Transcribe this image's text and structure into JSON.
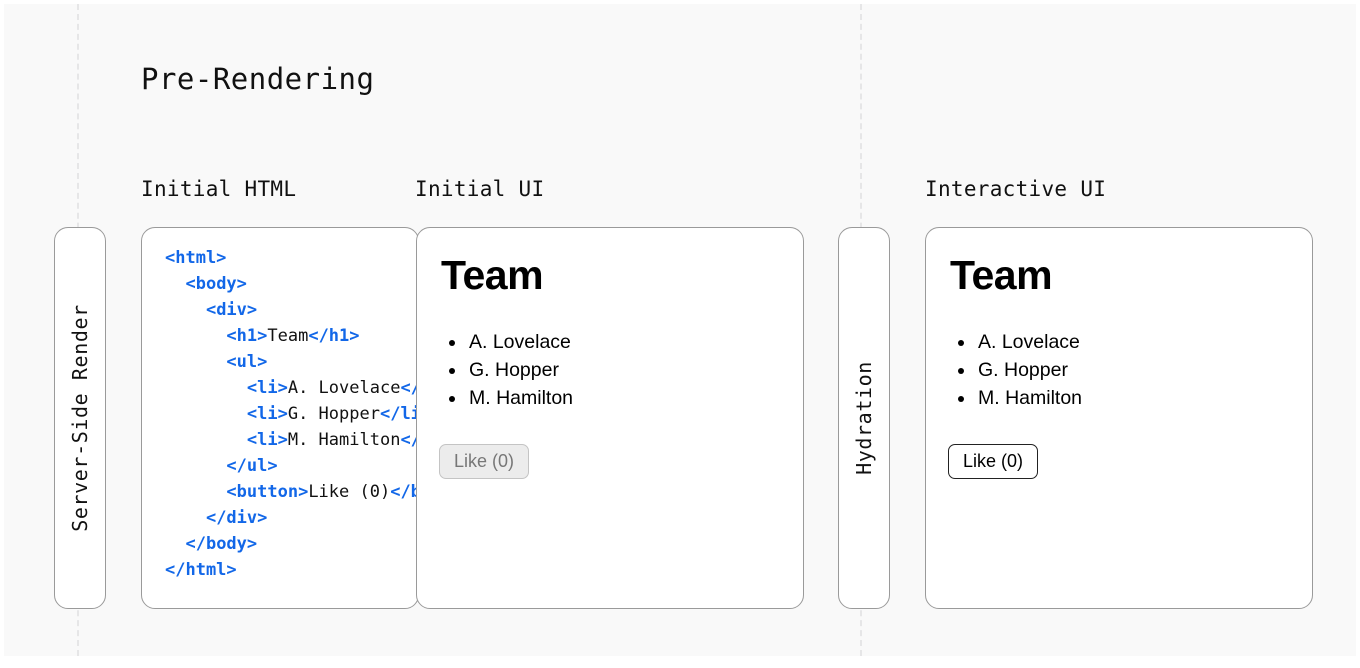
{
  "diagram": {
    "title": "Pre-Rendering",
    "column_labels": {
      "initial_html": "Initial HTML",
      "initial_ui": "Initial UI",
      "interactive_ui": "Interactive UI"
    },
    "stages": [
      {
        "name": "server-side-render",
        "label": "Server-Side Render"
      },
      {
        "name": "hydration",
        "label": "Hydration"
      }
    ],
    "code": {
      "language": "html",
      "lines": [
        [
          {
            "t": "tag",
            "s": "<html>"
          }
        ],
        [
          {
            "t": "txt",
            "s": "  "
          },
          {
            "t": "tag",
            "s": "<body>"
          }
        ],
        [
          {
            "t": "txt",
            "s": "    "
          },
          {
            "t": "tag",
            "s": "<div>"
          }
        ],
        [
          {
            "t": "txt",
            "s": "      "
          },
          {
            "t": "tag",
            "s": "<h1>"
          },
          {
            "t": "txt",
            "s": "Team"
          },
          {
            "t": "tag",
            "s": "</h1>"
          }
        ],
        [
          {
            "t": "txt",
            "s": "      "
          },
          {
            "t": "tag",
            "s": "<ul>"
          }
        ],
        [
          {
            "t": "txt",
            "s": "        "
          },
          {
            "t": "tag",
            "s": "<li>"
          },
          {
            "t": "txt",
            "s": "A. Lovelace"
          },
          {
            "t": "tag",
            "s": "</li>"
          }
        ],
        [
          {
            "t": "txt",
            "s": "        "
          },
          {
            "t": "tag",
            "s": "<li>"
          },
          {
            "t": "txt",
            "s": "G. Hopper"
          },
          {
            "t": "tag",
            "s": "</li>"
          }
        ],
        [
          {
            "t": "txt",
            "s": "        "
          },
          {
            "t": "tag",
            "s": "<li>"
          },
          {
            "t": "txt",
            "s": "M. Hamilton"
          },
          {
            "t": "tag",
            "s": "</li>"
          }
        ],
        [
          {
            "t": "txt",
            "s": "      "
          },
          {
            "t": "tag",
            "s": "</ul>"
          }
        ],
        [
          {
            "t": "txt",
            "s": "      "
          },
          {
            "t": "tag",
            "s": "<button>"
          },
          {
            "t": "txt",
            "s": "Like (0)"
          },
          {
            "t": "tag",
            "s": "</button>"
          }
        ],
        [
          {
            "t": "txt",
            "s": "    "
          },
          {
            "t": "tag",
            "s": "</div>"
          }
        ],
        [
          {
            "t": "txt",
            "s": "  "
          },
          {
            "t": "tag",
            "s": "</body>"
          }
        ],
        [
          {
            "t": "tag",
            "s": "</html>"
          }
        ]
      ]
    },
    "preview_initial": {
      "heading": "Team",
      "members": [
        "A. Lovelace",
        "G. Hopper",
        "M. Hamilton"
      ],
      "button_label": "Like (0)",
      "button_state": "disabled"
    },
    "preview_interactive": {
      "heading": "Team",
      "members": [
        "A. Lovelace",
        "G. Hopper",
        "M. Hamilton"
      ],
      "button_label": "Like (0)",
      "button_state": "enabled"
    },
    "colors": {
      "canvas_background": "#f9f9f9",
      "card_background": "#ffffff",
      "card_border": "#9a9a9a",
      "dashed_line": "#e6e6e7",
      "code_tag": "#1267e8",
      "code_text": "#111111",
      "disabled_button_bg": "#ececec",
      "disabled_button_text": "#777777",
      "enabled_button_border": "#222222"
    }
  }
}
